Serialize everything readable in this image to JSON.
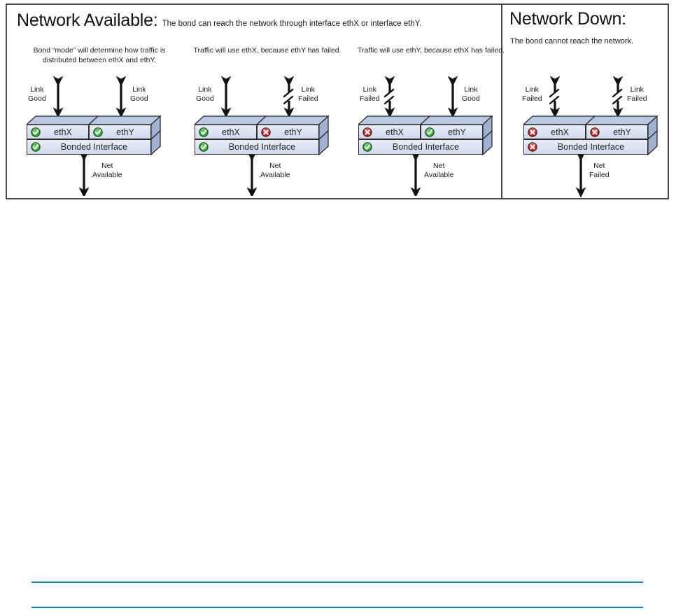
{
  "figure": {
    "left_section": {
      "title": "Network Available:",
      "subtitle": "The bond can reach the network through interface ethX or interface ethY."
    },
    "right_section": {
      "title": "Network Down:",
      "subtitle": "The bond cannot reach the network."
    },
    "colors": {
      "frame_border": "#4b4b4b",
      "box_fill_light": "#e9eef7",
      "box_fill_dark": "#cfd9ec",
      "box_outline": "#2c2c2c",
      "status_ok": "#2cb42c",
      "status_fail": "#cf1111",
      "rule_blue": "#0a84c8"
    },
    "diagrams": [
      {
        "id": "diagram-0",
        "caption": "Bond “mode” will determine how traffic is distributed between ethX and ethY.",
        "left_port": {
          "label": "ethX",
          "status": "ok",
          "status_icon": "check-circle-icon"
        },
        "right_port": {
          "label": "ethY",
          "status": "ok",
          "status_icon": "check-circle-icon"
        },
        "bond": {
          "label": "Bonded Interface",
          "status": "ok",
          "status_icon": "check-circle-icon"
        },
        "left_link": {
          "line1": "Link",
          "line2": "Good",
          "state": "good",
          "label_side": "left"
        },
        "right_link": {
          "line1": "Link",
          "line2": "Good",
          "state": "good",
          "label_side": "right"
        },
        "net": {
          "line1": "Net",
          "line2": "Available",
          "state": "good"
        }
      },
      {
        "id": "diagram-1",
        "caption": "Traffic will use ethX, because ethY has failed.",
        "left_port": {
          "label": "ethX",
          "status": "ok",
          "status_icon": "check-circle-icon"
        },
        "right_port": {
          "label": "ethY",
          "status": "fail",
          "status_icon": "x-circle-icon"
        },
        "bond": {
          "label": "Bonded Interface",
          "status": "ok",
          "status_icon": "check-circle-icon"
        },
        "left_link": {
          "line1": "Link",
          "line2": "Good",
          "state": "good",
          "label_side": "left"
        },
        "right_link": {
          "line1": "Link",
          "line2": "Failed",
          "state": "failed",
          "label_side": "right"
        },
        "net": {
          "line1": "Net",
          "line2": "Available",
          "state": "good"
        }
      },
      {
        "id": "diagram-2",
        "caption": "Traffic will use ethY, because ethX has failed.",
        "left_port": {
          "label": "ethX",
          "status": "fail",
          "status_icon": "x-circle-icon"
        },
        "right_port": {
          "label": "ethY",
          "status": "ok",
          "status_icon": "check-circle-icon"
        },
        "bond": {
          "label": "Bonded Interface",
          "status": "ok",
          "status_icon": "check-circle-icon"
        },
        "left_link": {
          "line1": "Link",
          "line2": "Failed",
          "state": "failed",
          "label_side": "left"
        },
        "right_link": {
          "line1": "Link",
          "line2": "Good",
          "state": "good",
          "label_side": "right"
        },
        "net": {
          "line1": "Net",
          "line2": "Available",
          "state": "good"
        }
      },
      {
        "id": "diagram-3",
        "caption": "",
        "left_port": {
          "label": "ethX",
          "status": "fail",
          "status_icon": "x-circle-icon"
        },
        "right_port": {
          "label": "ethY",
          "status": "fail",
          "status_icon": "x-circle-icon"
        },
        "bond": {
          "label": "Bonded Interface",
          "status": "fail",
          "status_icon": "x-circle-icon"
        },
        "left_link": {
          "line1": "Link",
          "line2": "Failed",
          "state": "failed",
          "label_side": "left"
        },
        "right_link": {
          "line1": "Link",
          "line2": "Failed",
          "state": "failed",
          "label_side": "right"
        },
        "net": {
          "line1": "Net",
          "line2": "Failed",
          "state": "failed"
        }
      }
    ]
  }
}
